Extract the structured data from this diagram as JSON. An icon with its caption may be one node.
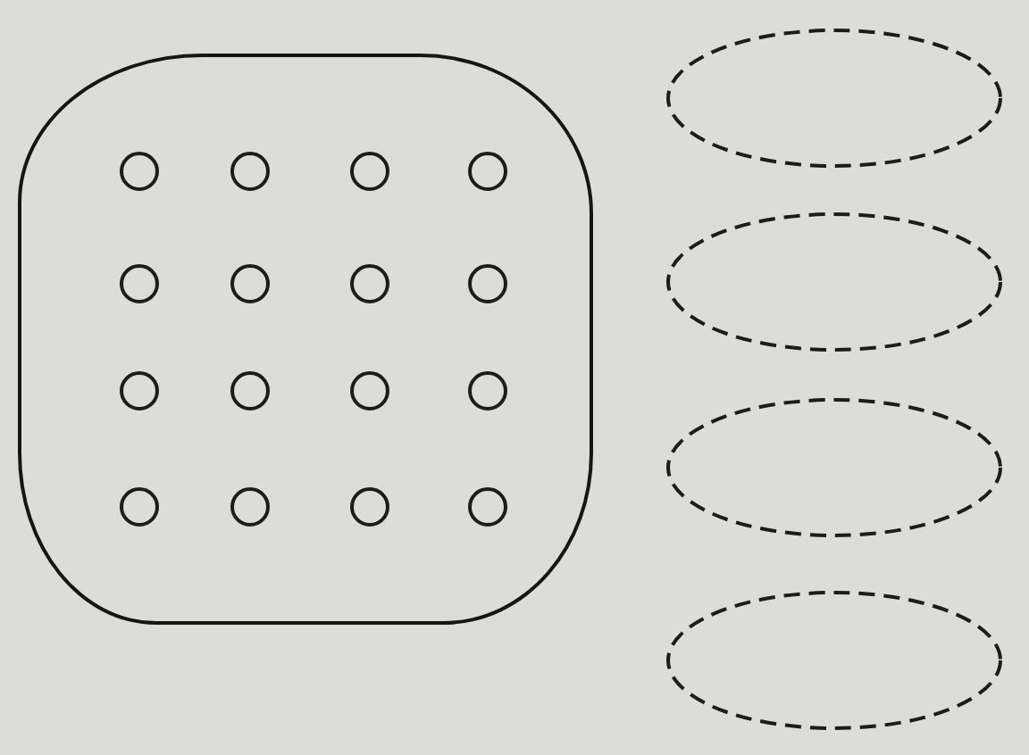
{
  "diagram": {
    "nodes": [
      {
        "text": [],
        "shape": "box"
      },
      {
        "text": [],
        "shape": "circle",
        "in": 0
      },
      {
        "text": [],
        "shape": "circle",
        "in": 0
      },
      {
        "text": [],
        "shape": "circle",
        "in": 0
      },
      {
        "text": [],
        "shape": "circle",
        "in": 0
      },
      {
        "text": [],
        "shape": "circle",
        "in": 0
      },
      {
        "text": [],
        "shape": "circle",
        "in": 0
      },
      {
        "text": [],
        "shape": "circle",
        "in": 0
      },
      {
        "text": [],
        "shape": "circle",
        "in": 0
      },
      {
        "text": [],
        "shape": "circle",
        "in": 0
      },
      {
        "text": [],
        "shape": "circle",
        "in": 0
      },
      {
        "text": [],
        "shape": "circle",
        "in": 0
      },
      {
        "text": [],
        "shape": "circle",
        "in": 0
      },
      {
        "text": [],
        "shape": "circle",
        "in": 0
      },
      {
        "text": [],
        "shape": "circle",
        "in": 0
      },
      {
        "text": [],
        "shape": "circle",
        "in": 0
      },
      {
        "text": [],
        "shape": "circle",
        "in": 0
      },
      {
        "text": [],
        "shape": "oval"
      },
      {
        "text": [],
        "shape": "oval"
      },
      {
        "text": [],
        "shape": "oval"
      },
      {
        "text": [],
        "shape": "oval"
      }
    ]
  }
}
